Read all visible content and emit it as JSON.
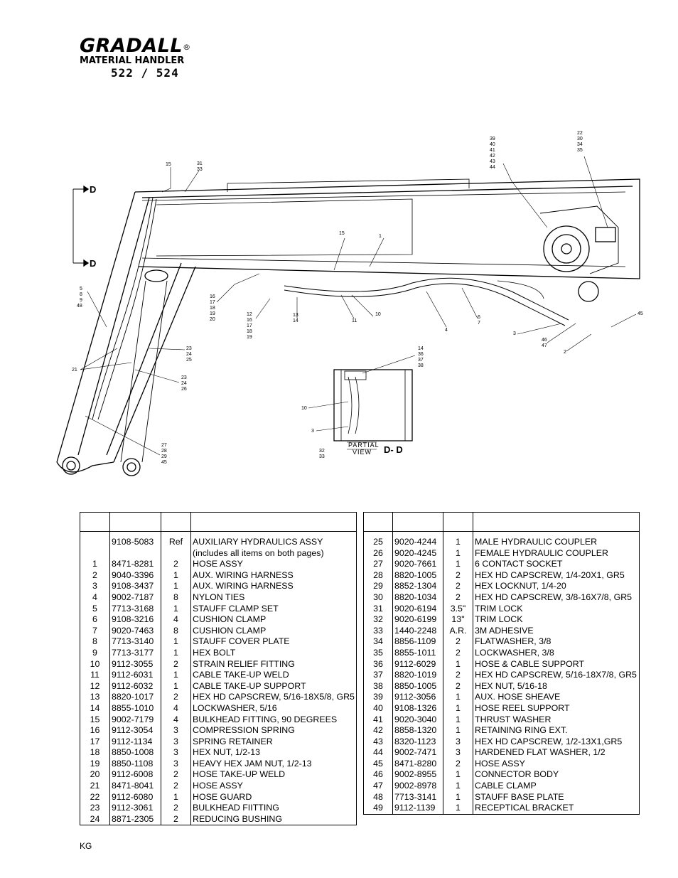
{
  "header": {
    "brand": "GRADALL",
    "registered": "®",
    "subtitle": "MATERIAL HANDLER",
    "model": "522 / 524"
  },
  "drawing": {
    "view_marker_top": "D",
    "view_marker_bottom": "D",
    "partial_view_top": "PARTIAL",
    "partial_view_bottom": "VIEW",
    "partial_view_id": "D- D",
    "callouts": {
      "c15a": "15",
      "c31_33": [
        "31",
        "33"
      ],
      "c39_44": [
        "39",
        "40",
        "41",
        "42",
        "43",
        "44"
      ],
      "c22_35": [
        "22",
        "30",
        "34",
        "35"
      ],
      "c15b": "15",
      "c1": "1",
      "c5_48": [
        "5",
        "8",
        "9",
        "48"
      ],
      "c16_20": [
        "16",
        "17",
        "18",
        "19",
        "20"
      ],
      "c12_19": [
        "12",
        "16",
        "17",
        "18",
        "19"
      ],
      "c13_14": [
        "13",
        "14"
      ],
      "c11": "11",
      "c10a": "10",
      "c4": "4",
      "c6_7": [
        "6",
        "7"
      ],
      "c45": "45",
      "c3a": "3",
      "c46_47": [
        "46",
        "47"
      ],
      "c2": "2",
      "c23_25": [
        "23",
        "24",
        "25"
      ],
      "c21": "21",
      "c23_26": [
        "23",
        "24",
        "26"
      ],
      "c27_45": [
        "27",
        "28",
        "29",
        "45"
      ],
      "c14_38": [
        "14",
        "36",
        "37",
        "38"
      ],
      "c10b": "10",
      "c3b": "3",
      "c32_33": [
        "32",
        "33"
      ]
    }
  },
  "parts_left": [
    {
      "item": "",
      "part": "9108-5083",
      "qty": "Ref",
      "desc": "AUXILIARY HYDRAULICS ASSY (includes all items on both pages)"
    },
    {
      "item": "1",
      "part": "8471-8281",
      "qty": "2",
      "desc": "HOSE ASSY"
    },
    {
      "item": "2",
      "part": "9040-3396",
      "qty": "1",
      "desc": "AUX. WIRING HARNESS"
    },
    {
      "item": "3",
      "part": "9108-3437",
      "qty": "1",
      "desc": "AUX. WIRING HARNESS"
    },
    {
      "item": "4",
      "part": "9002-7187",
      "qty": "8",
      "desc": "NYLON TIES"
    },
    {
      "item": "5",
      "part": "7713-3168",
      "qty": "1",
      "desc": "STAUFF CLAMP SET"
    },
    {
      "item": "6",
      "part": "9108-3216",
      "qty": "4",
      "desc": "CUSHION CLAMP"
    },
    {
      "item": "7",
      "part": "9020-7463",
      "qty": "8",
      "desc": "CUSHION CLAMP"
    },
    {
      "item": "8",
      "part": "7713-3140",
      "qty": "1",
      "desc": "STAUFF COVER PLATE"
    },
    {
      "item": "9",
      "part": "7713-3177",
      "qty": "1",
      "desc": "HEX BOLT"
    },
    {
      "item": "10",
      "part": "9112-3055",
      "qty": "2",
      "desc": "STRAIN RELIEF FITTING"
    },
    {
      "item": "11",
      "part": "9112-6031",
      "qty": "1",
      "desc": "CABLE TAKE-UP WELD"
    },
    {
      "item": "12",
      "part": "9112-6032",
      "qty": "1",
      "desc": "CABLE TAKE-UP SUPPORT"
    },
    {
      "item": "13",
      "part": "8820-1017",
      "qty": "2",
      "desc": "HEX HD CAPSCREW, 5/16-18X5/8, GR5"
    },
    {
      "item": "14",
      "part": "8855-1010",
      "qty": "4",
      "desc": "LOCKWASHER,  5/16"
    },
    {
      "item": "15",
      "part": "9002-7179",
      "qty": "4",
      "desc": "BULKHEAD FITTING, 90 DEGREES"
    },
    {
      "item": "16",
      "part": "9112-3054",
      "qty": "3",
      "desc": "COMPRESSION SPRING"
    },
    {
      "item": "17",
      "part": "9112-1134",
      "qty": "3",
      "desc": "SPRING RETAINER"
    },
    {
      "item": "18",
      "part": "8850-1008",
      "qty": "3",
      "desc": "HEX NUT, 1/2-13"
    },
    {
      "item": "19",
      "part": "8850-1108",
      "qty": "3",
      "desc": "HEAVY HEX JAM NUT, 1/2-13"
    },
    {
      "item": "20",
      "part": "9112-6008",
      "qty": "2",
      "desc": "HOSE TAKE-UP WELD"
    },
    {
      "item": "21",
      "part": "8471-8041",
      "qty": "2",
      "desc": "HOSE ASSY"
    },
    {
      "item": "22",
      "part": "9112-6080",
      "qty": "1",
      "desc": "HOSE GUARD"
    },
    {
      "item": "23",
      "part": "9112-3061",
      "qty": "2",
      "desc": "BULKHEAD FIITTING"
    },
    {
      "item": "24",
      "part": "8871-2305",
      "qty": "2",
      "desc": "REDUCING BUSHING"
    }
  ],
  "parts_right": [
    {
      "item": "25",
      "part": "9020-4244",
      "qty": "1",
      "desc": "MALE HYDRAULIC COUPLER"
    },
    {
      "item": "26",
      "part": "9020-4245",
      "qty": "1",
      "desc": "FEMALE HYDRAULIC COUPLER"
    },
    {
      "item": "27",
      "part": "9020-7661",
      "qty": "1",
      "desc": "6 CONTACT SOCKET"
    },
    {
      "item": "28",
      "part": "8820-1005",
      "qty": "2",
      "desc": "HEX HD CAPSCREW, 1/4-20X1, GR5"
    },
    {
      "item": "29",
      "part": "8852-1304",
      "qty": "2",
      "desc": "HEX LOCKNUT, 1/4-20"
    },
    {
      "item": "30",
      "part": "8820-1034",
      "qty": "2",
      "desc": "HEX HD CAPSCREW, 3/8-16X7/8, GR5"
    },
    {
      "item": "31",
      "part": "9020-6194",
      "qty": "3.5\"",
      "desc": "TRIM LOCK"
    },
    {
      "item": "32",
      "part": "9020-6199",
      "qty": "13\"",
      "desc": "TRIM LOCK"
    },
    {
      "item": "33",
      "part": "1440-2248",
      "qty": "A.R.",
      "desc": "3M ADHESIVE"
    },
    {
      "item": "34",
      "part": "8856-1109",
      "qty": "2",
      "desc": "FLATWASHER, 3/8"
    },
    {
      "item": "35",
      "part": "8855-1011",
      "qty": "2",
      "desc": "LOCKWASHER, 3/8"
    },
    {
      "item": "36",
      "part": "9112-6029",
      "qty": "1",
      "desc": "HOSE & CABLE SUPPORT"
    },
    {
      "item": "37",
      "part": "8820-1019",
      "qty": "2",
      "desc": "HEX HD CAPSCREW, 5/16-18X7/8, GR5"
    },
    {
      "item": "38",
      "part": "8850-1005",
      "qty": "2",
      "desc": "HEX NUT, 5/16-18"
    },
    {
      "item": "39",
      "part": "9112-3056",
      "qty": "1",
      "desc": "AUX. HOSE SHEAVE"
    },
    {
      "item": "40",
      "part": "9108-1326",
      "qty": "1",
      "desc": "HOSE REEL SUPPORT"
    },
    {
      "item": "41",
      "part": "9020-3040",
      "qty": "1",
      "desc": "THRUST WASHER"
    },
    {
      "item": "42",
      "part": "8858-1320",
      "qty": "1",
      "desc": "RETAINING RING EXT."
    },
    {
      "item": "43",
      "part": "8320-1123",
      "qty": "3",
      "desc": "HEX HD CAPSCREW, 1/2-13X1,GR5"
    },
    {
      "item": "44",
      "part": "9002-7471",
      "qty": "3",
      "desc": "HARDENED FLAT WASHER, 1/2"
    },
    {
      "item": "45",
      "part": "8471-8280",
      "qty": "2",
      "desc": "HOSE ASSY"
    },
    {
      "item": "46",
      "part": "9002-8955",
      "qty": "1",
      "desc": "CONNECTOR BODY"
    },
    {
      "item": "47",
      "part": "9002-8978",
      "qty": "1",
      "desc": "CABLE CLAMP"
    },
    {
      "item": "48",
      "part": "7713-3141",
      "qty": "1",
      "desc": "STAUFF BASE PLATE"
    },
    {
      "item": "49",
      "part": "9112-1139",
      "qty": "1",
      "desc": "RECEPTICAL BRACKET"
    }
  ],
  "footer": {
    "code": "KG"
  }
}
